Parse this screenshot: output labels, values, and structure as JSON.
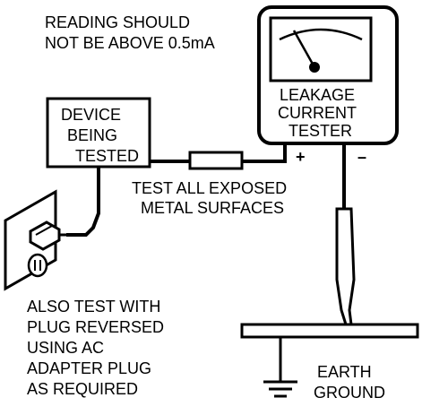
{
  "note": {
    "line1": "READING SHOULD",
    "line2": "NOT BE ABOVE 0.5mA"
  },
  "tester": {
    "line1": "LEAKAGE",
    "line2": "CURRENT",
    "line3": "TESTER",
    "plus_label": "+",
    "minus_label": "–"
  },
  "device": {
    "line1": "DEVICE",
    "line2": "BEING",
    "line3": "TESTED"
  },
  "probe_note": {
    "line1": "TEST ALL EXPOSED",
    "line2": "METAL SURFACES"
  },
  "plug_note": {
    "line1": "ALSO TEST WITH",
    "line2": "PLUG REVERSED",
    "line3": "USING AC",
    "line4": "ADAPTER PLUG",
    "line5": "AS REQUIRED"
  },
  "ground": {
    "line1": "EARTH",
    "line2": "GROUND"
  },
  "colors": {
    "ink": "#000000",
    "paper": "#ffffff"
  }
}
